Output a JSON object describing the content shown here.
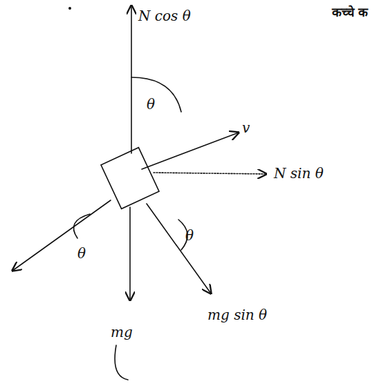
{
  "diagram": {
    "labels": [
      "N cos θ",
      "v",
      "N sin θ",
      "θ",
      "θ",
      "θ",
      "mg",
      "mg sin θ",
      "कच्चे क"
    ]
  }
}
